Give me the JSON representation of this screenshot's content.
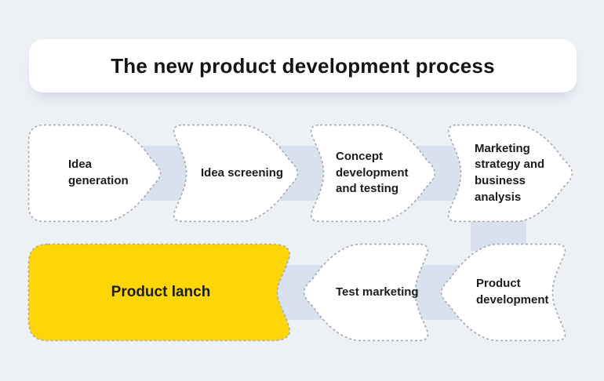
{
  "title": "The new product development process",
  "colors": {
    "background": "#edf1f6",
    "card": "#ffffff",
    "connector_band": "#d9e1ef",
    "highlight_yellow": "#ffd605",
    "dashed_border": "#a5a8ad",
    "text": "#1b1c1f"
  },
  "steps": [
    {
      "id": "idea-generation",
      "label": "Idea generation",
      "row": 1
    },
    {
      "id": "idea-screening",
      "label": "Idea screening",
      "row": 1
    },
    {
      "id": "concept-development-and-testing",
      "label": "Concept development and testing",
      "row": 1
    },
    {
      "id": "marketing-strategy-and-business-analysis",
      "label": "Marketing strategy and business analysis",
      "row": 1
    },
    {
      "id": "product-development",
      "label": "Product development",
      "row": 2
    },
    {
      "id": "test-marketing",
      "label": "Test marketing",
      "row": 2
    },
    {
      "id": "product-launch",
      "label": "Product lanch",
      "row": 2,
      "highlighted": true
    }
  ]
}
